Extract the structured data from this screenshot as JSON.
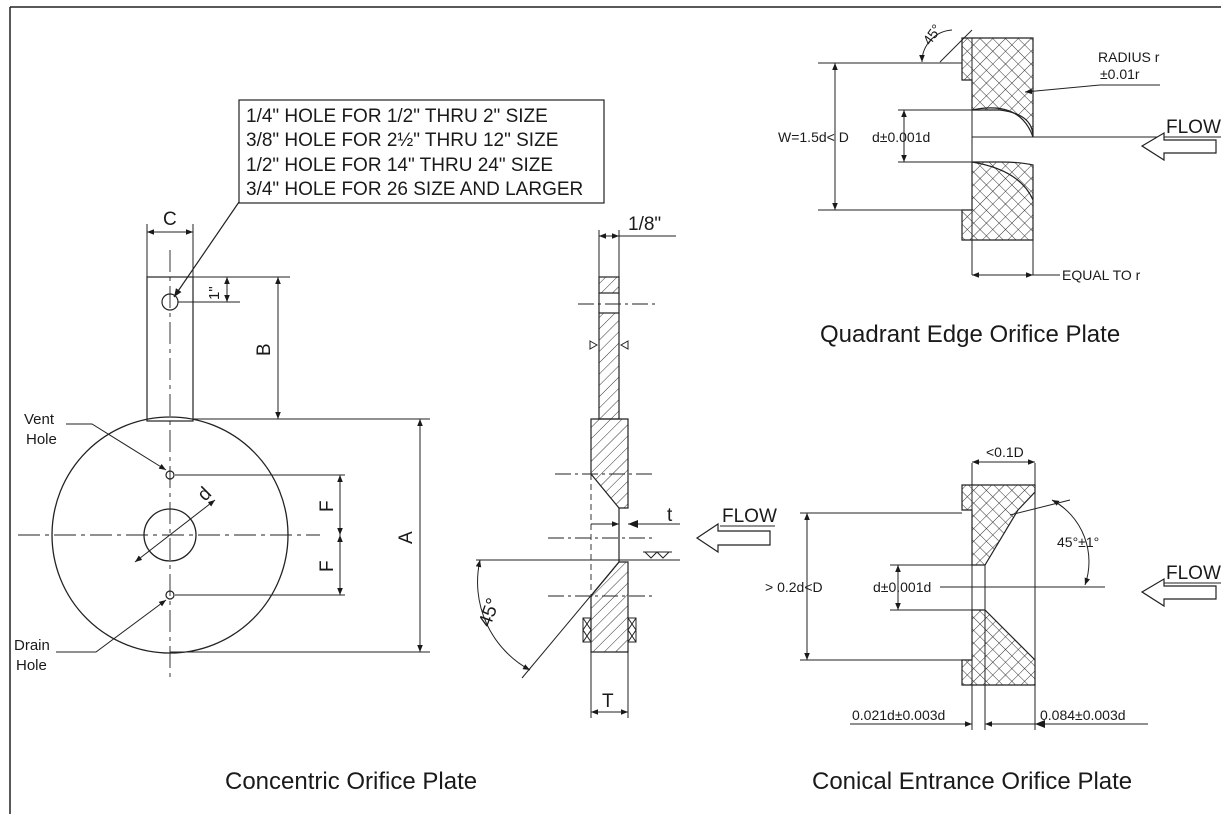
{
  "hole_note": {
    "lines": [
      "1/4\" HOLE FOR 1/2\" THRU 2\" SIZE",
      "3/8\" HOLE FOR 2½\" THRU 12\" SIZE",
      "1/2\" HOLE FOR 14\" THRU 24\" SIZE",
      "3/4\" HOLE FOR 26 SIZE AND LARGER"
    ]
  },
  "concentric": {
    "title": "Concentric Orifice Plate",
    "labels": {
      "c": "C",
      "one_inch": "1\"",
      "b": "B",
      "a": "A",
      "f_upper": "F",
      "f_lower": "F",
      "d": "d",
      "vent_1": "Vent",
      "vent_2": "Hole",
      "drain_1": "Drain",
      "drain_2": "Hole"
    }
  },
  "section": {
    "eighth": "1/8\"",
    "t": "t",
    "t_big": "T",
    "angle": "45°",
    "flow": "FLOW"
  },
  "quadrant": {
    "title": "Quadrant Edge Orifice Plate",
    "angle": "45°",
    "radius_1": "RADIUS r",
    "radius_2": "±0.01r",
    "w": "W=1.5d< D",
    "d": "d±0.001d",
    "equal": "EQUAL TO r",
    "flow": "FLOW"
  },
  "conical": {
    "title": "Conical Entrance Orifice Plate",
    "top": "<0.1D",
    "angle": "45°±1°",
    "dim_left": "> 0.2d<D",
    "d": "d±0.001d",
    "bottom_left": "0.021d±0.003d",
    "bottom_right": "0.084±0.003d",
    "flow": "FLOW"
  }
}
